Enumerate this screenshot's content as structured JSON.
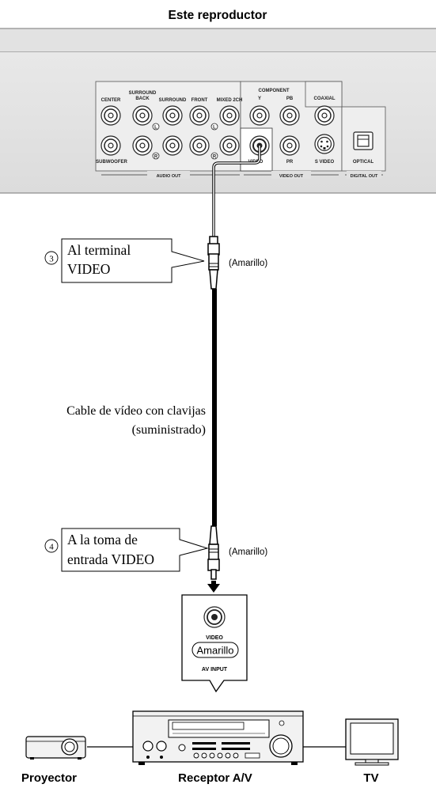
{
  "title": "Este reproductor",
  "rear_panel": {
    "audio_out": {
      "section_label": "AUDIO OUT",
      "center": "CENTER",
      "surround_back": "SURROUND BACK",
      "surround": "SURROUND",
      "front": "FRONT",
      "mixed_2ch": "MIXED 2CH",
      "subwoofer": "SUBWOOFER",
      "left_mark": "L",
      "right_mark": "R"
    },
    "video_out": {
      "section_label": "VIDEO OUT",
      "component": "COMPONENT",
      "y": "Y",
      "pb": "PB",
      "pr": "PR",
      "video": "VIDEO",
      "s_video": "S VIDEO"
    },
    "digital_out": {
      "section_label": "DIGITAL OUT",
      "coaxial": "COAXIAL",
      "optical": "OPTICAL"
    }
  },
  "step3": {
    "number": "③",
    "line1": "Al terminal",
    "line2": "VIDEO",
    "color_label": "(Amarillo)"
  },
  "cable": {
    "line1": "Cable de vídeo con clavijas",
    "line2": "(suministrado)"
  },
  "step4": {
    "number": "④",
    "line1": "A la toma de",
    "line2": "entrada VIDEO",
    "color_label": "(Amarillo)"
  },
  "av_input": {
    "video": "VIDEO",
    "color": "Amarillo",
    "label": "AV INPUT"
  },
  "devices": {
    "projector": "Proyector",
    "receiver": "Receptor A/V",
    "tv": "TV"
  }
}
